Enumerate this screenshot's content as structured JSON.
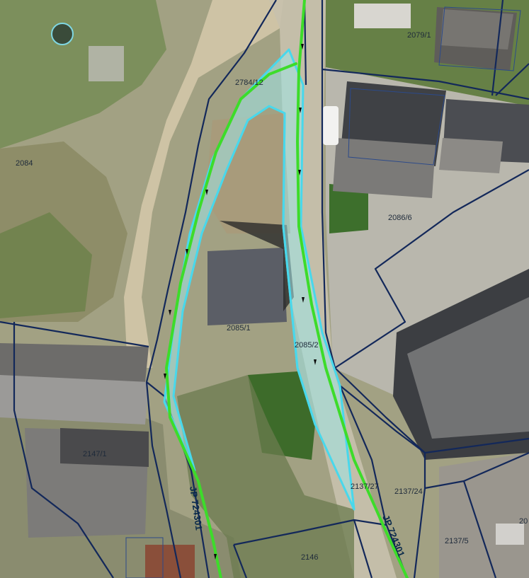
{
  "map": {
    "parcels": [
      {
        "id": "p-2079-1",
        "label": "2079/1"
      },
      {
        "id": "p-2784-12",
        "label": "2784/12"
      },
      {
        "id": "p-2084",
        "label": "2084"
      },
      {
        "id": "p-2086-6",
        "label": "2086/6"
      },
      {
        "id": "p-2085-1",
        "label": "2085/1"
      },
      {
        "id": "p-2085-2",
        "label": "2085/2"
      },
      {
        "id": "p-2147-1",
        "label": "2147/1"
      },
      {
        "id": "p-2137-27",
        "label": "2137/27"
      },
      {
        "id": "p-2137-24",
        "label": "2137/24"
      },
      {
        "id": "p-2137-5",
        "label": "2137/5"
      },
      {
        "id": "p-2146",
        "label": "2146"
      },
      {
        "id": "p-20-partial",
        "label": "20"
      }
    ],
    "road_labels": [
      {
        "id": "road-upper",
        "label": "JP 724301"
      },
      {
        "id": "road-lower",
        "label": "JP 724301"
      }
    ],
    "colors": {
      "parcel_line": "#13285a",
      "road_line": "#3ddc2a",
      "highlight_stroke": "#48d8ec",
      "highlight_fill": "#9ee6e8"
    }
  }
}
